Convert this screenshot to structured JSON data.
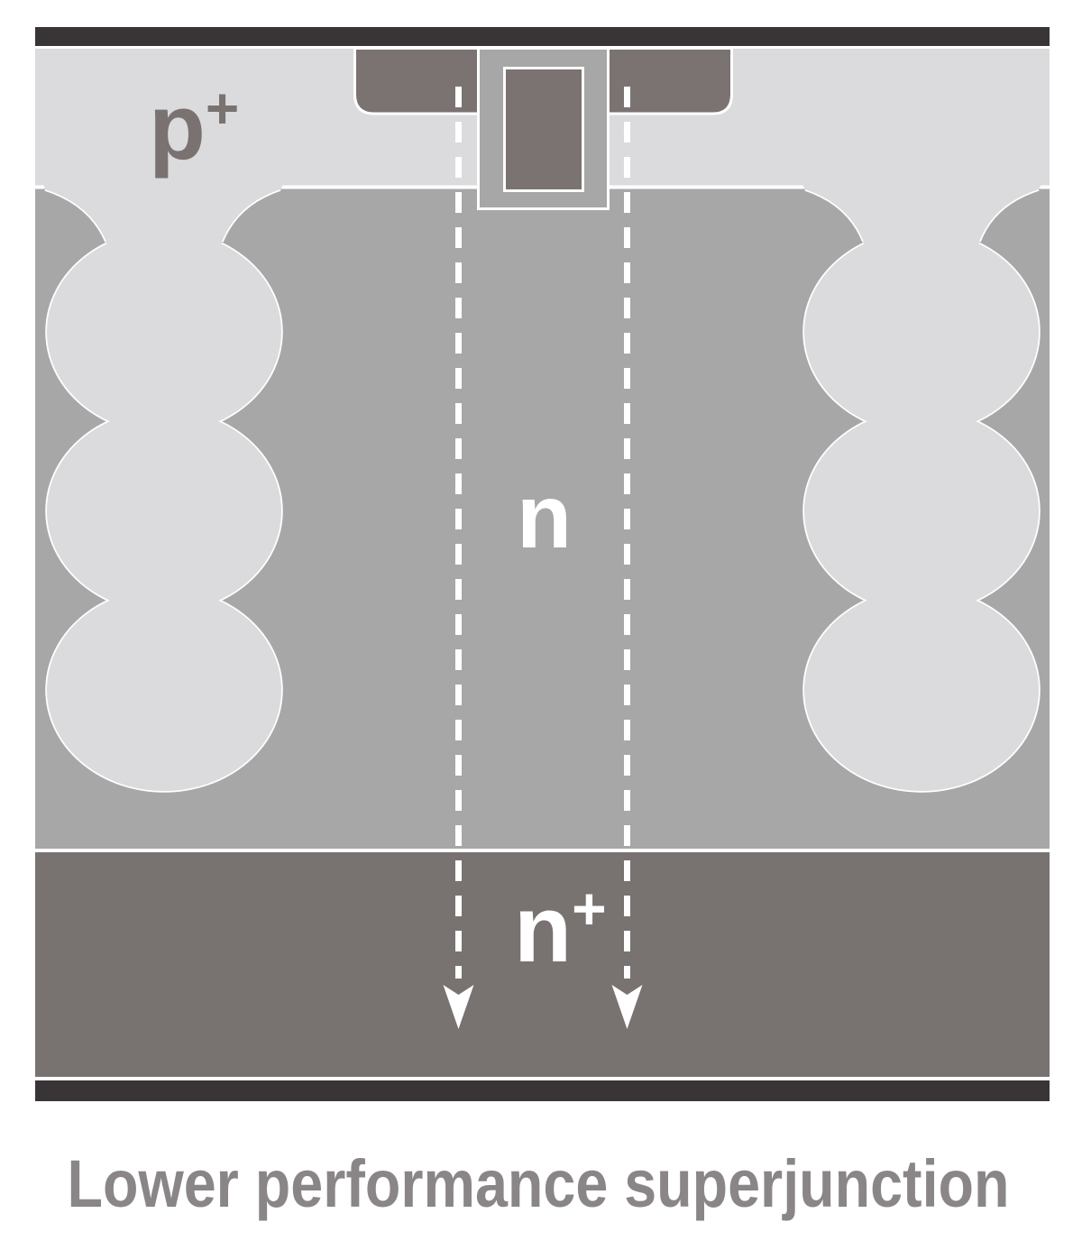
{
  "diagram": {
    "caption": "Lower performance superjunction",
    "labels": {
      "p_plus": {
        "base": "p",
        "sup": "+"
      },
      "n": {
        "base": "n"
      },
      "n_plus": {
        "base": "n",
        "sup": "+"
      }
    },
    "colors": {
      "background": "#ffffff",
      "electrode_bar": "#393536",
      "p_region": "#dbdbdd",
      "n_region": "#a8a7a7",
      "n_plus_region": "#787271",
      "contact_gate": "#7b7372",
      "outline": "#ffffff",
      "arrow": "#ffffff",
      "p_label_color": "#7a7271",
      "n_label_color": "#ffffff",
      "caption_color": "#8a8687"
    }
  }
}
